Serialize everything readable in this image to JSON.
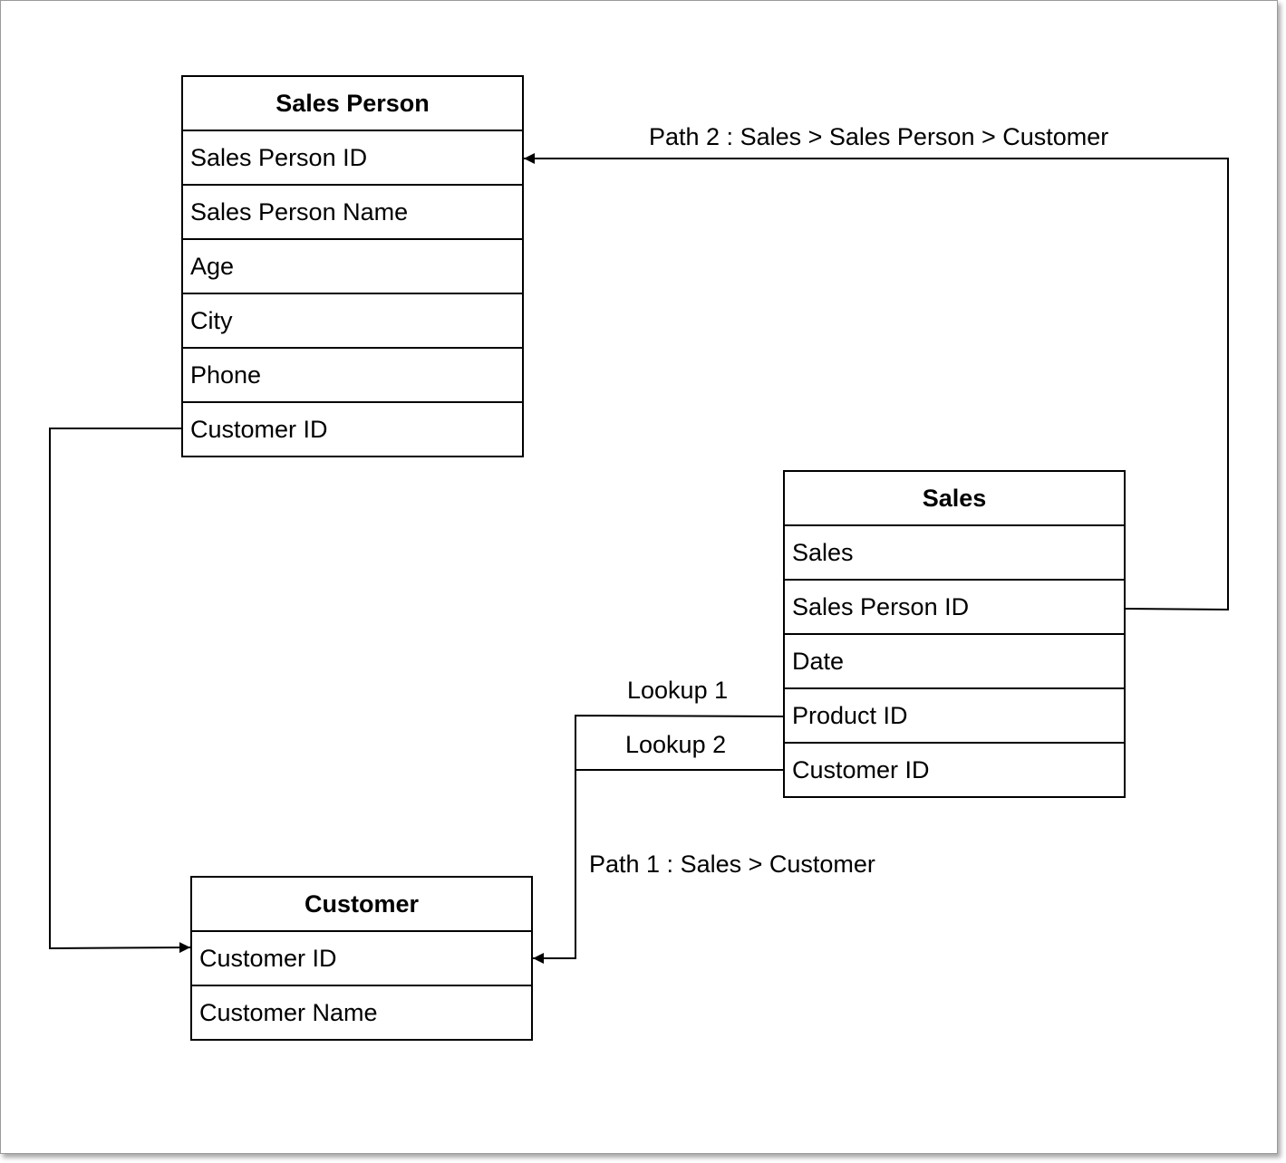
{
  "entities": {
    "sales_person": {
      "title": "Sales Person",
      "fields": [
        "Sales Person ID",
        "Sales Person Name",
        "Age",
        "City",
        "Phone",
        "Customer ID"
      ]
    },
    "sales": {
      "title": "Sales",
      "fields": [
        "Sales",
        "Sales Person ID",
        "Date",
        "Product ID",
        "Customer ID"
      ]
    },
    "customer": {
      "title": "Customer",
      "fields": [
        "Customer ID",
        "Customer Name"
      ]
    }
  },
  "labels": {
    "path2": "Path 2 : Sales > Sales Person > Customer",
    "lookup1": "Lookup 1",
    "lookup2": "Lookup 2",
    "path1": "Path 1 : Sales > Customer"
  }
}
